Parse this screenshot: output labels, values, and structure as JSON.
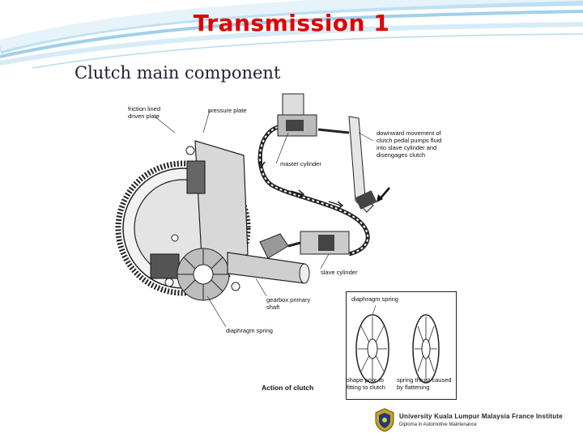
{
  "slide": {
    "title": "Transmission 1",
    "subtitle": "Clutch main component"
  },
  "diagram": {
    "labels": {
      "friction_lined_driven_plate": "friction lined\ndriven plate",
      "pressure_plate": "pressure plate",
      "pedal_note": "downward movement of\nclutch pedal pumps fluid\ninto slave cylinder and\ndisengages clutch",
      "master_cylinder": "master cylinder",
      "slave_cylinder": "slave cylinder",
      "gearbox_primary_shaft": "gearbox primary\nshaft",
      "diaphragm_spring": "diaphragm spring",
      "inset_diaphragm_spring": "diaphragm spring",
      "shape_prior": "shape prior to\nfitting to clutch",
      "spring_thrust": "spring thrust caused\nby flattening",
      "action_of_clutch": "Action of clutch"
    }
  },
  "footer": {
    "institute": "University Kuala Lumpur Malaysia France Institute",
    "program": "Diploma in Automotive Maintenance"
  }
}
